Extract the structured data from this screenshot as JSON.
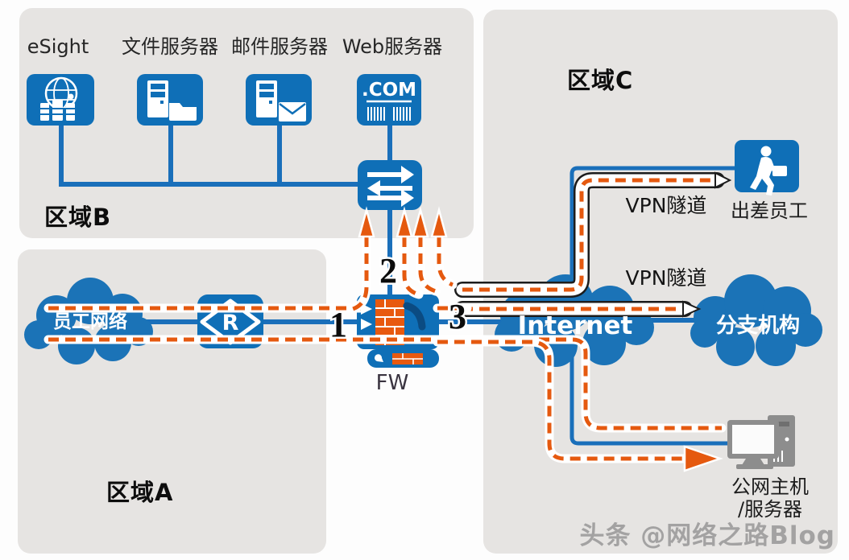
{
  "zones": {
    "a": "区域A",
    "b": "区域B",
    "c": "区域C"
  },
  "servers": {
    "esight": "eSight",
    "file": "文件服务器",
    "mail": "邮件服务器",
    "web": "Web服务器",
    "web_icon_text": ".COM"
  },
  "devices": {
    "firewall_label": "FW",
    "router_letter": "R"
  },
  "clouds": {
    "employee_network": "员工网络",
    "internet": "Internet",
    "branch": "分支机构"
  },
  "endpoints": {
    "traveling_employee": "出差员工",
    "public_host_line1": "公网主机",
    "public_host_line2": "/服务器"
  },
  "tunnels": {
    "tunnel1_label": "VPN隧道",
    "tunnel2_label": "VPN隧道"
  },
  "path_markers": {
    "p1": "1",
    "p2": "2",
    "p3": "3"
  },
  "watermark": "头条 @网络之路Blog",
  "colors": {
    "device_blue": "#0f6fb7",
    "line_blue": "#1a6fba",
    "dash_orange": "#e5590f",
    "panel_gray": "#e6e4e2",
    "tunnel_outline": "#1c1c1c",
    "watermark_gray": "#8a8a8a"
  }
}
